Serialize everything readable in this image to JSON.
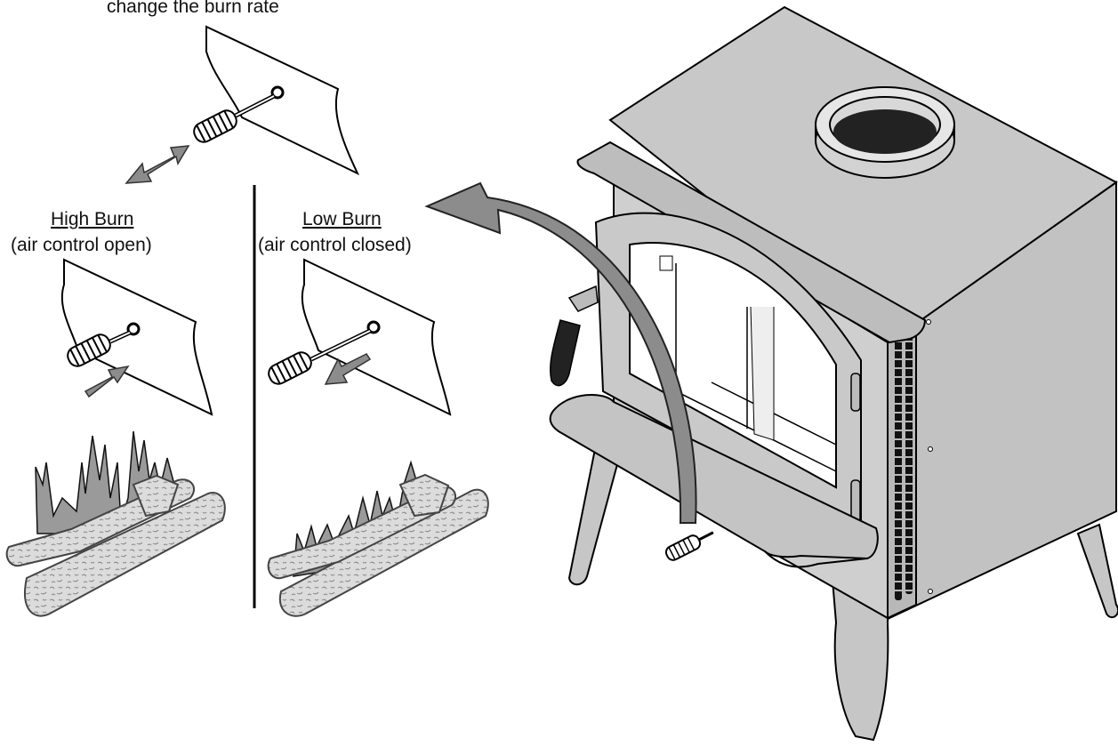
{
  "caption": {
    "top": "change the burn rate"
  },
  "high_burn": {
    "title": "High Burn",
    "subtitle": "(air control open)"
  },
  "low_burn": {
    "title": "Low Burn",
    "subtitle": "(air control closed)"
  },
  "colors": {
    "stove_body": "#d0d0d0",
    "stove_side": "#c2c2c2",
    "stove_shadow": "#b4b4b4",
    "arrow_gray": "#8c8c8c",
    "log_fill": "#d9d9d9",
    "flame_fill": "#9a9a9a",
    "handle": "#222222",
    "outline": "#000000"
  },
  "icons": [
    "air-control-rod-icon",
    "double-arrow-icon",
    "push-arrow-icon",
    "pull-arrow-icon",
    "flames-icon",
    "logs-icon",
    "curved-arrow-icon",
    "wood-stove-icon"
  ]
}
